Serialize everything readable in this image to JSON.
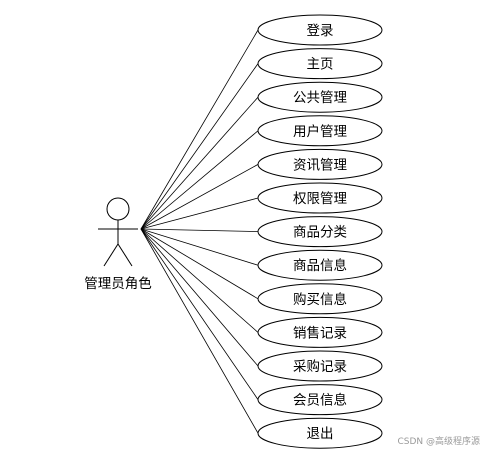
{
  "actor": {
    "label": "管理员角色"
  },
  "use_cases": [
    {
      "label": "登录"
    },
    {
      "label": "主页"
    },
    {
      "label": "公共管理"
    },
    {
      "label": "用户管理"
    },
    {
      "label": "资讯管理"
    },
    {
      "label": "权限管理"
    },
    {
      "label": "商品分类"
    },
    {
      "label": "商品信息"
    },
    {
      "label": "购买信息"
    },
    {
      "label": "销售记录"
    },
    {
      "label": "采购记录"
    },
    {
      "label": "会员信息"
    },
    {
      "label": "退出"
    }
  ],
  "watermark": "CSDN @高级程序源"
}
